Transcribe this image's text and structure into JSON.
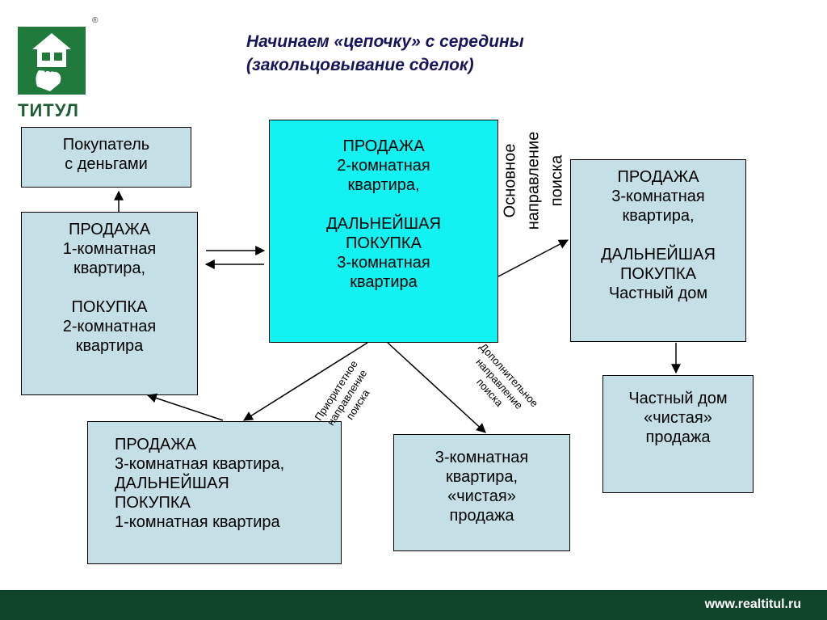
{
  "logo": {
    "brand": "ТИТУЛ",
    "registered": "®"
  },
  "title": {
    "line1": "Начинаем «цепочку» с середины",
    "line2": "(закольцовывание сделок)"
  },
  "boxes": {
    "buyer": [
      "Покупатель",
      "с деньгами"
    ],
    "left": [
      "ПРОДАЖА",
      "1-комнатная",
      "квартира,",
      "",
      "ПОКУПКА",
      "2-комнатная",
      "квартира"
    ],
    "center": [
      "ПРОДАЖА",
      "2-комнатная",
      "квартира,",
      "",
      "ДАЛЬНЕЙШАЯ",
      "ПОКУПКА",
      "3-комнатная",
      "квартира"
    ],
    "right": [
      "ПРОДАЖА",
      "3-комнатная",
      "квартира,",
      "",
      "ДАЛЬНЕЙШАЯ",
      "ПОКУПКА",
      "Частный дом"
    ],
    "bottom_left": [
      "ПРОДАЖА",
      "3-комнатная квартира,",
      "ДАЛЬНЕЙШАЯ",
      "ПОКУПКА",
      "1-комнатная квартира"
    ],
    "bottom_mid": [
      "3-комнатная",
      "квартира,",
      "«чистая»",
      "продажа"
    ],
    "bottom_right": [
      "Частный дом",
      "«чистая»",
      "продажа"
    ]
  },
  "labels": {
    "main_direction": [
      "Основное",
      "направление",
      "поиска"
    ],
    "priority_direction": [
      "Приоритетное",
      "направление",
      "поиска"
    ],
    "additional_direction": [
      "Дополнительное",
      "направление",
      "поиска"
    ]
  },
  "footer": {
    "url": "www.realtitul.ru"
  },
  "colors": {
    "box": "#c4dfe6",
    "center_box": "#12f2f2",
    "title": "#16145c",
    "footer": "#10442a",
    "logo": "#1f7a3c"
  }
}
